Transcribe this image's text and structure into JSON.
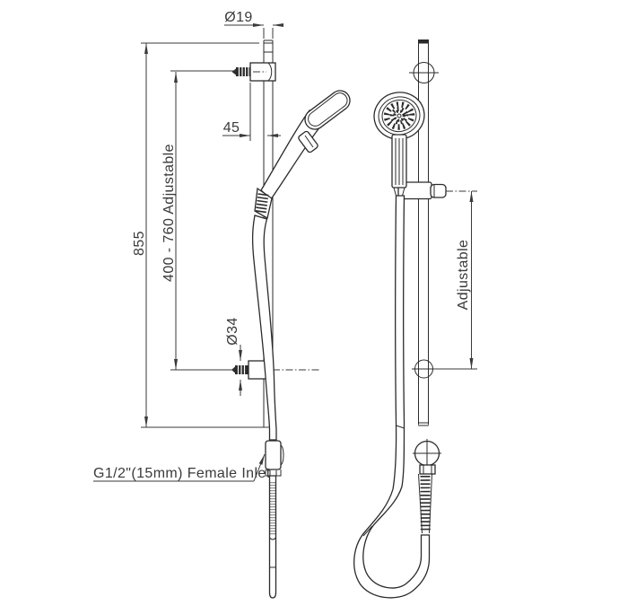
{
  "labels": {
    "rail_diameter": "Ø19",
    "holder_offset": "45",
    "overall_height": "855",
    "adjustable_range": "400 - 760 Adjustable",
    "bracket_diameter": "Ø34",
    "inlet": "G1/2\"(15mm) Female Inlet",
    "slider_travel": "Adjustable"
  },
  "colors": {
    "background": "#ffffff",
    "line": "#2b2b2b",
    "dim-line": "#3a3a3a",
    "text": "#3a3a3a"
  }
}
